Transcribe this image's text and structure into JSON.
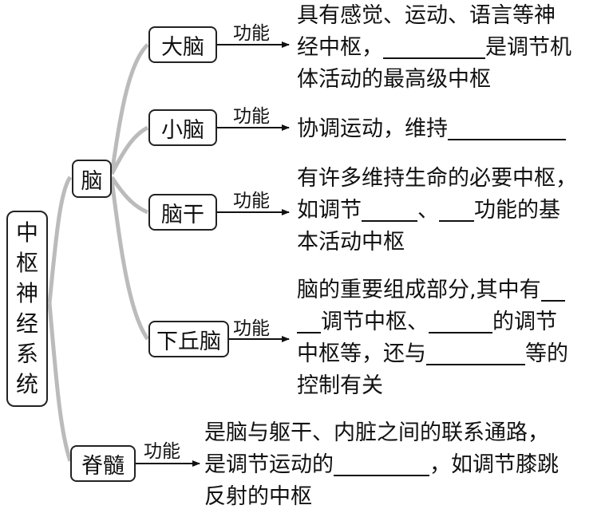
{
  "root": {
    "chars": [
      "中",
      "枢",
      "神",
      "经",
      "系",
      "统"
    ]
  },
  "brain": {
    "label": "脑"
  },
  "spinal": {
    "label": "脊髓",
    "function_label": "功能",
    "desc_parts": [
      "是脑与躯干、内脏之间的联系通路，",
      "是调节运动的",
      "，如调节膝跳",
      "反射的中枢"
    ]
  },
  "cerebrum": {
    "label": "大脑",
    "function_label": "功能",
    "desc_parts": [
      "具有感觉、运动、语言等神",
      "经中枢，",
      "是调节机",
      "体活动的最高级中枢"
    ]
  },
  "cerebellum": {
    "label": "小脑",
    "function_label": "功能",
    "desc_parts": [
      "协调运动，维持"
    ]
  },
  "brainstem": {
    "label": "脑干",
    "function_label": "功能",
    "desc_parts": [
      "有许多维持生命的必要中枢，",
      "如调节",
      "、",
      "功能的基",
      "本活动中枢"
    ]
  },
  "hypothalamus": {
    "label": "下丘脑",
    "function_label": "功能",
    "desc_parts": [
      "脑的重要组成部分,其中有",
      "调节中枢、",
      "的调节",
      "中枢等，还与",
      "等的",
      "控制有关"
    ]
  }
}
